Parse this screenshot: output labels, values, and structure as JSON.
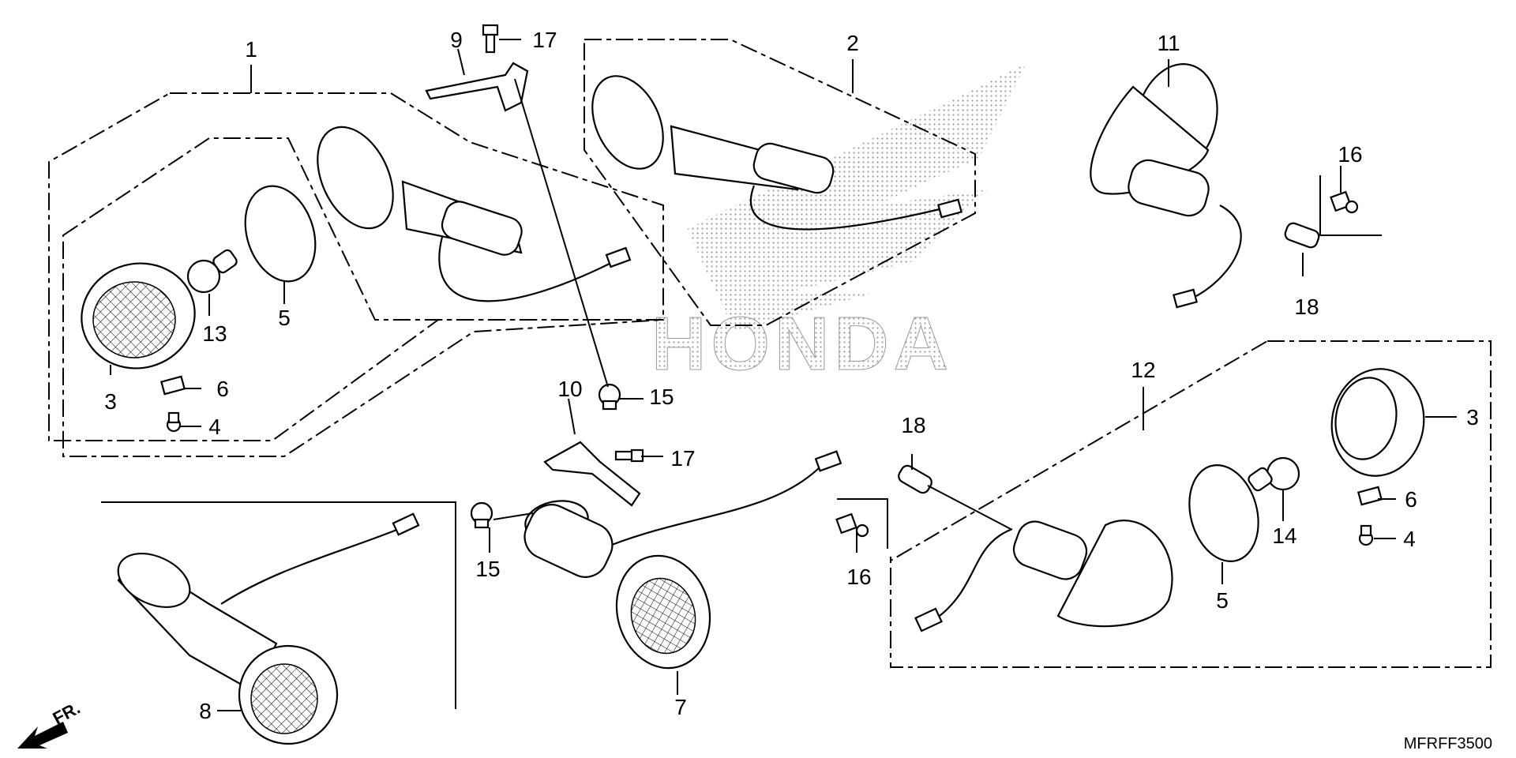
{
  "brand": {
    "watermark": "HONDA",
    "watermark_color": "#b8b8b8"
  },
  "diagram_code": "MFRFF3500",
  "front_indicator": "FR.",
  "labels": {
    "n1": "1",
    "n2": "2",
    "n3a": "3",
    "n3b": "3",
    "n4a": "4",
    "n4b": "4",
    "n5a": "5",
    "n5b": "5",
    "n6a": "6",
    "n6b": "6",
    "n7": "7",
    "n8": "8",
    "n9": "9",
    "n10": "10",
    "n11": "11",
    "n12": "12",
    "n13": "13",
    "n14": "14",
    "n15a": "15",
    "n15b": "15",
    "n16a": "16",
    "n16b": "16",
    "n17a": "17",
    "n17b": "17",
    "n18a": "18",
    "n18b": "18"
  }
}
